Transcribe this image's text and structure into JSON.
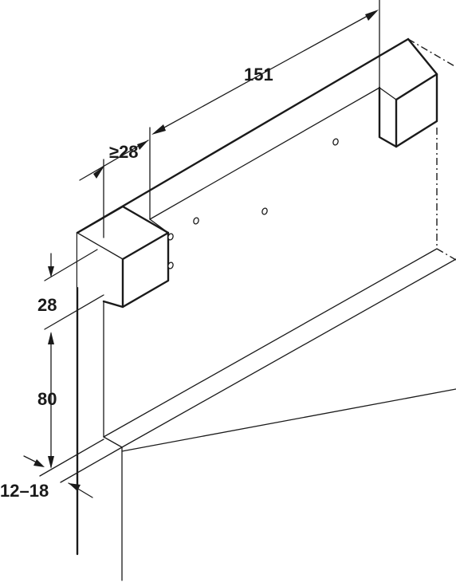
{
  "dimensions": {
    "length": "151",
    "min_offset": "≥28",
    "block_height": "28",
    "height": "80",
    "panel_thickness": "12–18"
  }
}
